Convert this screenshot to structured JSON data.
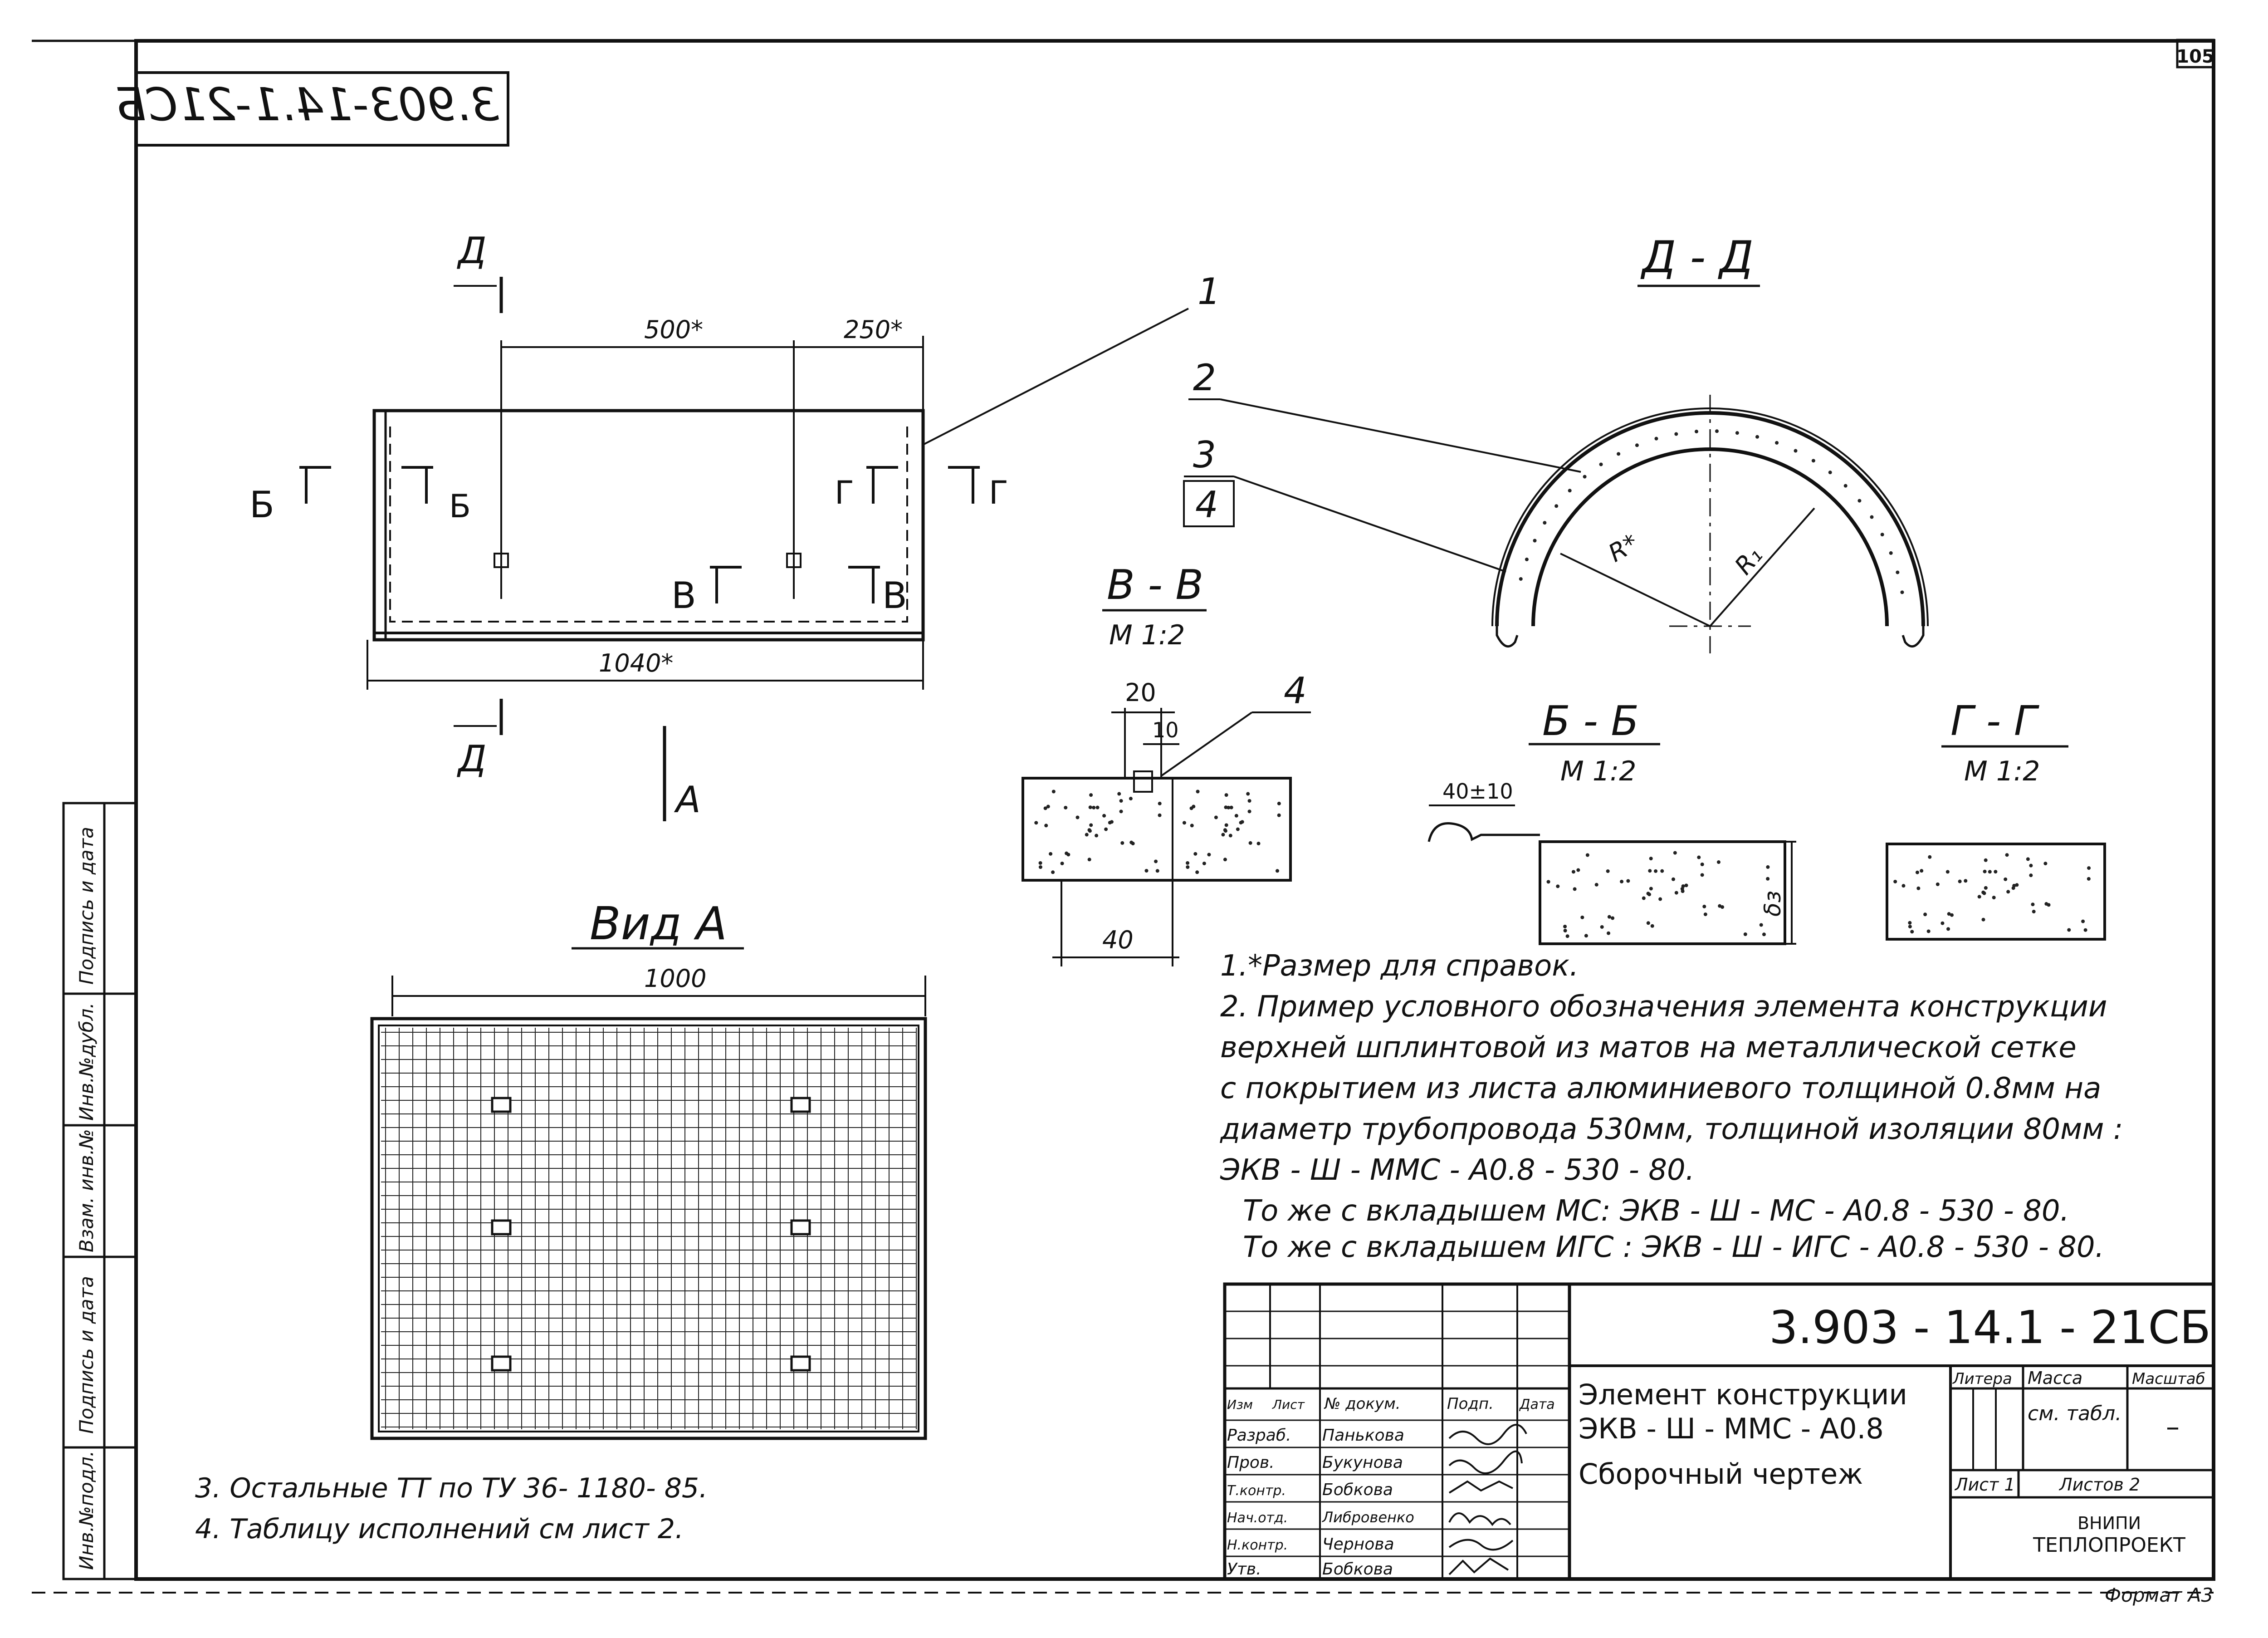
{
  "page": {
    "sheet_number": "105",
    "format": "Формат А3"
  },
  "stamp_mirrored": "3.903-14.1-21СБ",
  "main_view": {
    "section_d": "Д",
    "dim_500": "500*",
    "dim_250": "250*",
    "dim_1040": "1040*",
    "label_b_left": "Б",
    "label_b_right": "Б",
    "label_g_left": "Г",
    "label_g_right": "Г",
    "label_v_left": "В",
    "label_v_right": "В",
    "label_a": "А"
  },
  "view_a": {
    "title": "Вид А",
    "dim_1000": "1000"
  },
  "section_dd": {
    "title": "Д - Д",
    "r_star": "R*",
    "r1": "R₁"
  },
  "section_vv": {
    "title": "В - В",
    "scale": "М 1:2",
    "dim_20": "20",
    "dim_10": "10",
    "dim_40": "40"
  },
  "section_bb": {
    "title": "Б - Б",
    "scale": "М 1:2",
    "dim_40_10": "40±10",
    "delta": "δз"
  },
  "section_gg": {
    "title": "Г - Г",
    "scale": "М 1:2"
  },
  "positions": [
    "1",
    "2",
    "3",
    "4",
    "4"
  ],
  "notes": [
    "1.*Размер для справок.",
    "2. Пример условного обозначения элемента конструкции",
    "верхней шплинтовой из матов на металлической сетке",
    "с покрытием из листа алюминиевого толщиной 0.8мм на",
    "диаметр трубопровода 530мм, толщиной изоляции 80мм :",
    "ЭКВ - Ш - ММС - А0.8 - 530 - 80.",
    "То же с вкладышем МС: ЭКВ - Ш - МС - А0.8 - 530 - 80.",
    "То же с вкладышем ИГС : ЭКВ - Ш - ИГС - А0.8 - 530 - 80."
  ],
  "notes_bottom": [
    "3. Остальные ТТ по ТУ 36- 1180- 85.",
    "4. Таблицу исполнений см лист 2."
  ],
  "side_strip": [
    "Инв.№подл.",
    "Подпись и дата",
    "Взам. инв.№",
    "Инв.№дубл.",
    "Подпись и дата"
  ],
  "title_block": {
    "doc_code": "3.903 - 14.1 - 21СБ",
    "name_lines": [
      "Элемент конструкции",
      "ЭКВ - Ш - ММС - А0.8",
      "Сборочный чертеж"
    ],
    "col_headers": [
      "Изм",
      "Лист",
      "№ докум.",
      "Подп.",
      "Дата"
    ],
    "roles": [
      "Разраб.",
      "Пров.",
      "Т.контр.",
      "Нач.отд.",
      "Н.контр.",
      "Утв."
    ],
    "names": [
      "Панькова",
      "Букунова",
      "Бобкова",
      "Либровенко",
      "Чернова",
      "Бобкова"
    ],
    "litera_label": "Литера",
    "mass_label": "Масса",
    "scale_label": "Масштаб",
    "mass_value": "см. табл.",
    "scale_value": "–",
    "sheet_label": "Лист 1",
    "sheets_label": "Листов 2",
    "org_line1": "ВНИПИ",
    "org_line2": "ТЕПЛОПРОЕКТ"
  }
}
